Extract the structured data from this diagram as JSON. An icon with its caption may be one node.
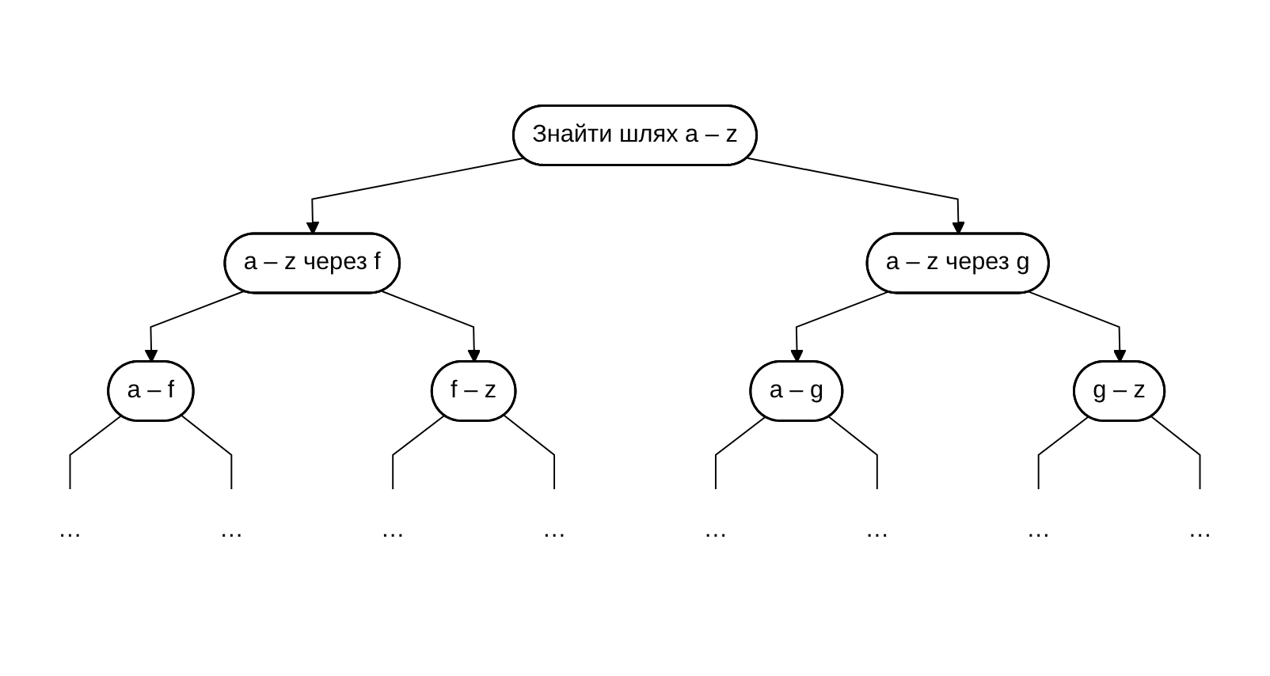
{
  "diagram": {
    "nodes": [
      {
        "text": [
          "Знайти шлях a – z"
        ]
      },
      {
        "text": [
          "a – z через f"
        ]
      },
      {
        "text": [
          "a – z через g"
        ]
      },
      {
        "text": [
          "a – f"
        ]
      },
      {
        "text": [
          "f – z"
        ]
      },
      {
        "text": [
          "a – g"
        ]
      },
      {
        "text": [
          "g – z"
        ]
      },
      {
        "text": [
          "…"
        ]
      },
      {
        "text": [
          "…"
        ]
      },
      {
        "text": [
          "…"
        ]
      },
      {
        "text": [
          "…"
        ]
      },
      {
        "text": [
          "…"
        ]
      },
      {
        "text": [
          "…"
        ]
      },
      {
        "text": [
          "…"
        ]
      },
      {
        "text": [
          "…"
        ]
      }
    ],
    "edges": [
      {
        "from": 0,
        "to": 1,
        "arrow": "to"
      },
      {
        "from": 0,
        "to": 2,
        "arrow": "to"
      },
      {
        "from": 1,
        "to": 3,
        "arrow": "to"
      },
      {
        "from": 1,
        "to": 4,
        "arrow": "to"
      },
      {
        "from": 2,
        "to": 5,
        "arrow": "to"
      },
      {
        "from": 2,
        "to": 6,
        "arrow": "to"
      },
      {
        "from": 3,
        "to": 7,
        "arrow": "none"
      },
      {
        "from": 3,
        "to": 8,
        "arrow": "none"
      },
      {
        "from": 4,
        "to": 9,
        "arrow": "none"
      },
      {
        "from": 4,
        "to": 10,
        "arrow": "none"
      },
      {
        "from": 5,
        "to": 11,
        "arrow": "none"
      },
      {
        "from": 5,
        "to": 12,
        "arrow": "none"
      },
      {
        "from": 6,
        "to": 13,
        "arrow": "none"
      },
      {
        "from": 6,
        "to": 14,
        "arrow": "none"
      }
    ]
  }
}
